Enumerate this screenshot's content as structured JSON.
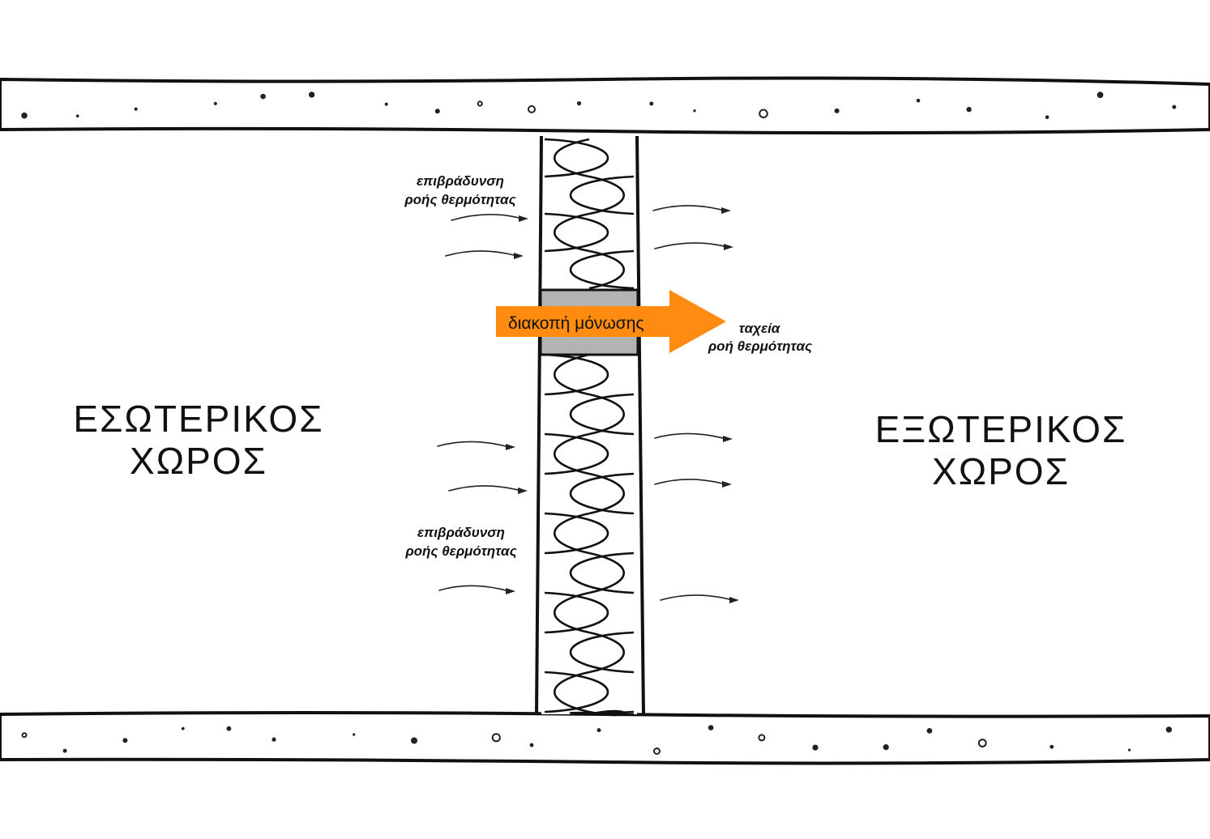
{
  "labels": {
    "interior": [
      "ΕΣΩΤΕΡΙΚΟΣ",
      "ΧΩΡΟΣ"
    ],
    "exterior": [
      "ΕΞΩΤΕΡΙΚΟΣ",
      "ΧΩΡΟΣ"
    ],
    "slow_flow_top": [
      "επιβράδυνση",
      "ροής θερμότητας"
    ],
    "slow_flow_bottom": [
      "επιβράδυνση",
      "ροής θερμότητας"
    ],
    "thermal_bridge": "διακοπή μόνωσης",
    "fast_flow": [
      "ταχεία",
      "ροή θερμότητας"
    ]
  },
  "colors": {
    "bridge_arrow": "#ff8c10",
    "bridge_block": "#b3b3b3",
    "ink": "#111111",
    "background": "#ffffff"
  },
  "icons": {
    "insulation": "mineral-wool-batt-loops",
    "heat_flow": "heat-flow-arrow"
  }
}
